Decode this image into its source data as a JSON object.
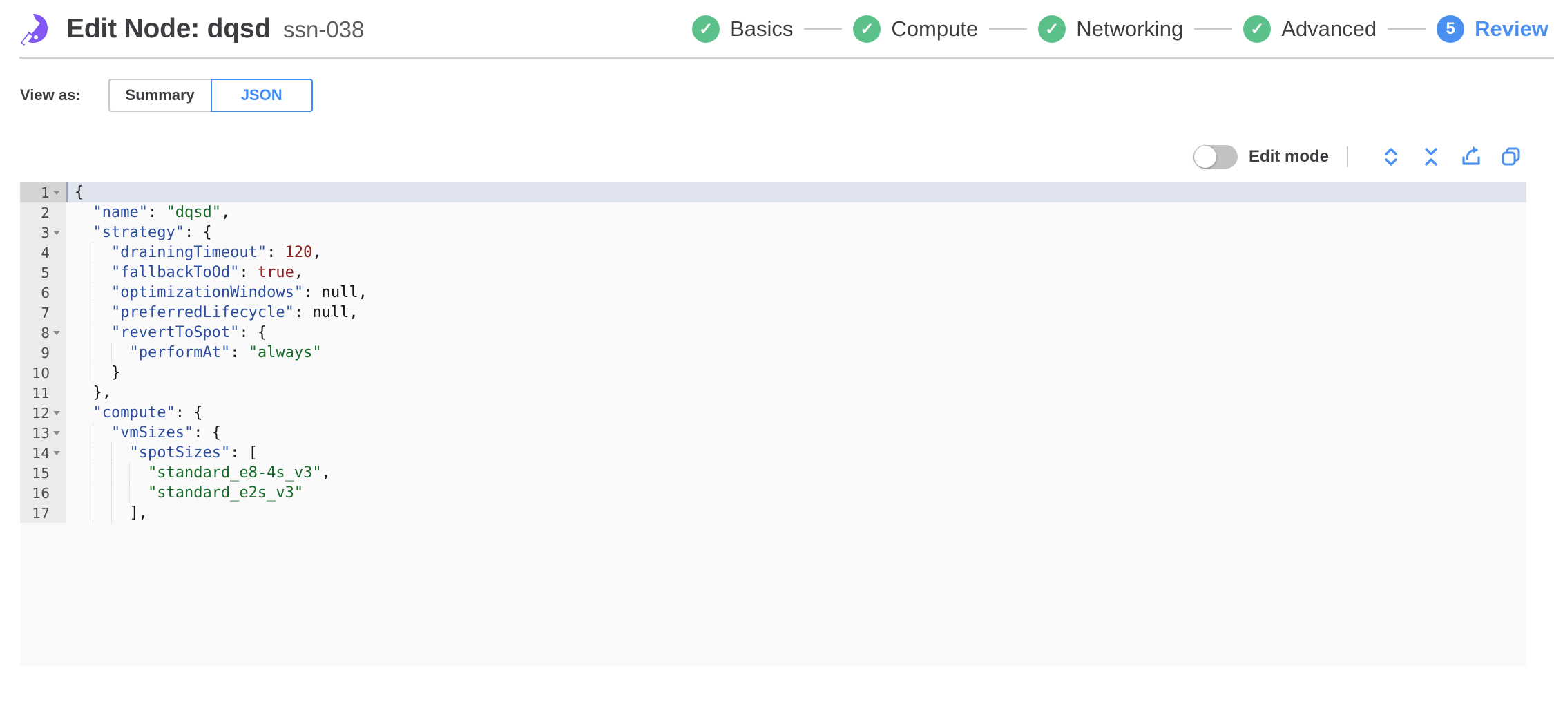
{
  "header": {
    "logo_icon": "spot-logo-icon",
    "title": "Edit Node: dqsd",
    "subtitle": "ssn-038",
    "stepper": [
      {
        "badge": "✓",
        "label": "Basics",
        "state": "done"
      },
      {
        "badge": "✓",
        "label": "Compute",
        "state": "done"
      },
      {
        "badge": "✓",
        "label": "Networking",
        "state": "done"
      },
      {
        "badge": "✓",
        "label": "Advanced",
        "state": "done"
      },
      {
        "badge": "5",
        "label": "Review",
        "state": "current"
      }
    ]
  },
  "viewas": {
    "label": "View as:",
    "options": [
      {
        "label": "Summary",
        "active": false
      },
      {
        "label": "JSON",
        "active": true
      }
    ]
  },
  "editor_toolbar": {
    "toggle_state": "off",
    "toggle_label": "Edit mode",
    "actions": [
      {
        "icon": "expand-all-icon"
      },
      {
        "icon": "collapse-all-icon"
      },
      {
        "icon": "export-icon"
      },
      {
        "icon": "copy-icon"
      }
    ]
  },
  "colors": {
    "accent_blue": "#3f8cf5",
    "step_green": "#5cc08b",
    "step_current_blue": "#4a90f0",
    "logo_purple": "#8257f5",
    "json_key": "#2d4e9e",
    "json_string": "#186a29",
    "json_number": "#8c2020",
    "active_line": "#dfe4ef"
  },
  "code": {
    "language": "json",
    "active_line": 1,
    "lines": [
      {
        "n": 1,
        "fold": true,
        "indent": 0,
        "text": "{",
        "tokens": [
          {
            "t": "punc",
            "v": "{"
          }
        ]
      },
      {
        "n": 2,
        "fold": false,
        "indent": 1,
        "text": "  \"name\": \"dqsd\",",
        "tokens": [
          {
            "t": "punc",
            "v": "  "
          },
          {
            "t": "key",
            "v": "\"name\""
          },
          {
            "t": "punc",
            "v": ": "
          },
          {
            "t": "str",
            "v": "\"dqsd\""
          },
          {
            "t": "punc",
            "v": ","
          }
        ]
      },
      {
        "n": 3,
        "fold": true,
        "indent": 1,
        "text": "  \"strategy\": {",
        "tokens": [
          {
            "t": "punc",
            "v": "  "
          },
          {
            "t": "key",
            "v": "\"strategy\""
          },
          {
            "t": "punc",
            "v": ": {"
          }
        ]
      },
      {
        "n": 4,
        "fold": false,
        "indent": 2,
        "text": "    \"drainingTimeout\": 120,",
        "tokens": [
          {
            "t": "punc",
            "v": "    "
          },
          {
            "t": "key",
            "v": "\"drainingTimeout\""
          },
          {
            "t": "punc",
            "v": ": "
          },
          {
            "t": "num",
            "v": "120"
          },
          {
            "t": "punc",
            "v": ","
          }
        ]
      },
      {
        "n": 5,
        "fold": false,
        "indent": 2,
        "text": "    \"fallbackToOd\": true,",
        "tokens": [
          {
            "t": "punc",
            "v": "    "
          },
          {
            "t": "key",
            "v": "\"fallbackToOd\""
          },
          {
            "t": "punc",
            "v": ": "
          },
          {
            "t": "bool",
            "v": "true"
          },
          {
            "t": "punc",
            "v": ","
          }
        ]
      },
      {
        "n": 6,
        "fold": false,
        "indent": 2,
        "text": "    \"optimizationWindows\": null,",
        "tokens": [
          {
            "t": "punc",
            "v": "    "
          },
          {
            "t": "key",
            "v": "\"optimizationWindows\""
          },
          {
            "t": "punc",
            "v": ": "
          },
          {
            "t": "null",
            "v": "null"
          },
          {
            "t": "punc",
            "v": ","
          }
        ]
      },
      {
        "n": 7,
        "fold": false,
        "indent": 2,
        "text": "    \"preferredLifecycle\": null,",
        "tokens": [
          {
            "t": "punc",
            "v": "    "
          },
          {
            "t": "key",
            "v": "\"preferredLifecycle\""
          },
          {
            "t": "punc",
            "v": ": "
          },
          {
            "t": "null",
            "v": "null"
          },
          {
            "t": "punc",
            "v": ","
          }
        ]
      },
      {
        "n": 8,
        "fold": true,
        "indent": 2,
        "text": "    \"revertToSpot\": {",
        "tokens": [
          {
            "t": "punc",
            "v": "    "
          },
          {
            "t": "key",
            "v": "\"revertToSpot\""
          },
          {
            "t": "punc",
            "v": ": {"
          }
        ]
      },
      {
        "n": 9,
        "fold": false,
        "indent": 3,
        "text": "      \"performAt\": \"always\"",
        "tokens": [
          {
            "t": "punc",
            "v": "      "
          },
          {
            "t": "key",
            "v": "\"performAt\""
          },
          {
            "t": "punc",
            "v": ": "
          },
          {
            "t": "str",
            "v": "\"always\""
          }
        ]
      },
      {
        "n": 10,
        "fold": false,
        "indent": 2,
        "text": "    }",
        "tokens": [
          {
            "t": "punc",
            "v": "    }"
          }
        ]
      },
      {
        "n": 11,
        "fold": false,
        "indent": 1,
        "text": "  },",
        "tokens": [
          {
            "t": "punc",
            "v": "  },"
          }
        ]
      },
      {
        "n": 12,
        "fold": true,
        "indent": 1,
        "text": "  \"compute\": {",
        "tokens": [
          {
            "t": "punc",
            "v": "  "
          },
          {
            "t": "key",
            "v": "\"compute\""
          },
          {
            "t": "punc",
            "v": ": {"
          }
        ]
      },
      {
        "n": 13,
        "fold": true,
        "indent": 2,
        "text": "    \"vmSizes\": {",
        "tokens": [
          {
            "t": "punc",
            "v": "    "
          },
          {
            "t": "key",
            "v": "\"vmSizes\""
          },
          {
            "t": "punc",
            "v": ": {"
          }
        ]
      },
      {
        "n": 14,
        "fold": true,
        "indent": 3,
        "text": "      \"spotSizes\": [",
        "tokens": [
          {
            "t": "punc",
            "v": "      "
          },
          {
            "t": "key",
            "v": "\"spotSizes\""
          },
          {
            "t": "punc",
            "v": ": ["
          }
        ]
      },
      {
        "n": 15,
        "fold": false,
        "indent": 4,
        "text": "        \"standard_e8-4s_v3\",",
        "tokens": [
          {
            "t": "punc",
            "v": "        "
          },
          {
            "t": "str",
            "v": "\"standard_e8-4s_v3\""
          },
          {
            "t": "punc",
            "v": ","
          }
        ]
      },
      {
        "n": 16,
        "fold": false,
        "indent": 4,
        "text": "        \"standard_e2s_v3\"",
        "tokens": [
          {
            "t": "punc",
            "v": "        "
          },
          {
            "t": "str",
            "v": "\"standard_e2s_v3\""
          }
        ]
      },
      {
        "n": 17,
        "fold": false,
        "indent": 3,
        "text": "      ],",
        "tokens": [
          {
            "t": "punc",
            "v": "      ],"
          }
        ]
      }
    ]
  }
}
